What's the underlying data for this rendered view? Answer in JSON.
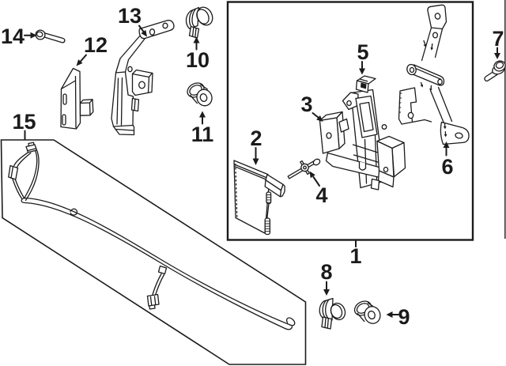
{
  "diagram": {
    "background_color": "#ffffff",
    "line_color": "#1b1b1b",
    "callouts": [
      {
        "label": "1"
      },
      {
        "label": "2"
      },
      {
        "label": "3"
      },
      {
        "label": "4"
      },
      {
        "label": "5"
      },
      {
        "label": "6"
      },
      {
        "label": "7"
      },
      {
        "label": "8"
      },
      {
        "label": "9"
      },
      {
        "label": "10"
      },
      {
        "label": "11"
      },
      {
        "label": "12"
      },
      {
        "label": "13"
      },
      {
        "label": "14"
      },
      {
        "label": "15"
      }
    ]
  }
}
